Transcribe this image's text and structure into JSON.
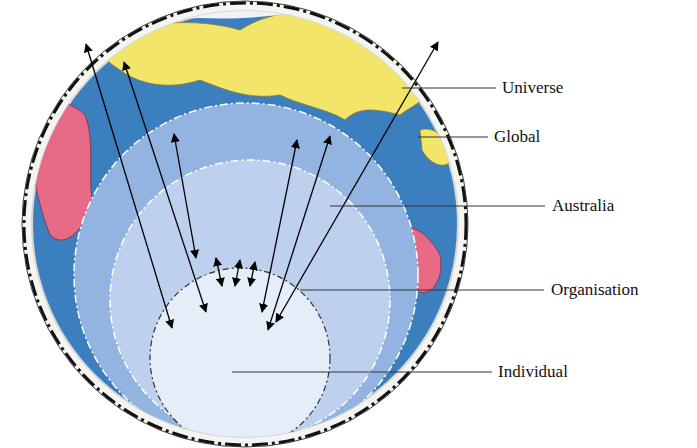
{
  "diagram": {
    "labels": [
      "Universe",
      "Global",
      "Australia",
      "Organisation",
      "Individual"
    ]
  }
}
